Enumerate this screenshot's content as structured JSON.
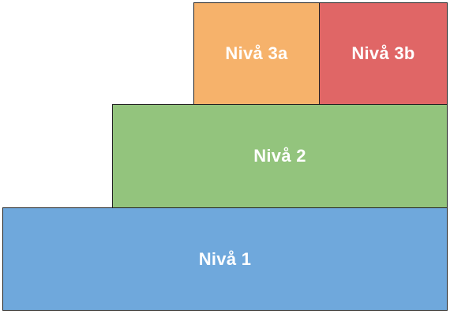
{
  "pyramid": {
    "level_3a": {
      "label": "Nivå 3a",
      "color": "#f6b26b"
    },
    "level_3b": {
      "label": "Nivå 3b",
      "color": "#e06666"
    },
    "level_2": {
      "label": "Nivå 2",
      "color": "#93c47d"
    },
    "level_1": {
      "label": "Nivå 1",
      "color": "#6fa8dc"
    }
  }
}
